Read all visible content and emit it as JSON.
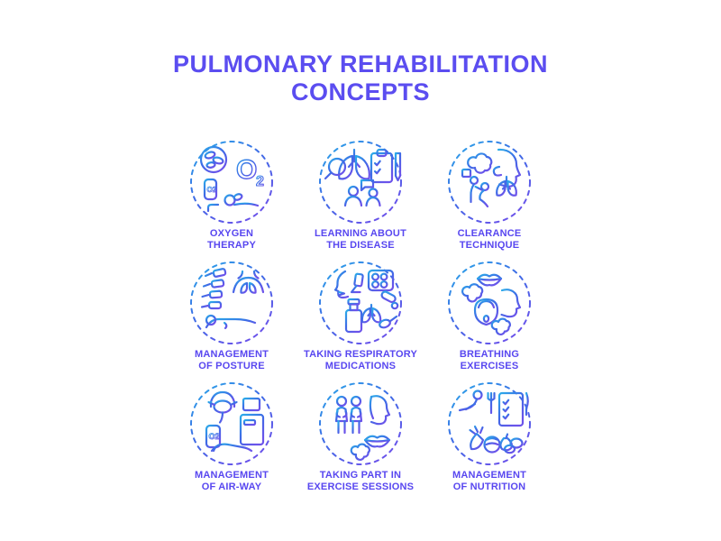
{
  "page": {
    "background": "#ffffff"
  },
  "title": {
    "line1": "PULMONARY REHABILITATION",
    "line2": "CONCEPTS",
    "color": "#5b4df0"
  },
  "colors": {
    "label": "#5847f0",
    "icon_gradient_start": "#2bace9",
    "icon_gradient_mid": "#3e6be6",
    "icon_gradient_end": "#6b53ea"
  },
  "grid": {
    "items": [
      {
        "icon": "oxygen-therapy-icon",
        "line1": "OXYGEN",
        "line2": "THERAPY",
        "icon_text_o": "O",
        "icon_text_sub": "2",
        "tank_text": "O2"
      },
      {
        "icon": "learning-about-the-disease-icon",
        "line1": "LEARNING ABOUT",
        "line2": "THE DISEASE"
      },
      {
        "icon": "clearance-technique-icon",
        "line1": "CLEARANCE",
        "line2": "TECHNIQUE"
      },
      {
        "icon": "management-of-posture-icon",
        "line1": "MANAGEMENT",
        "line2": "OF POSTURE"
      },
      {
        "icon": "taking-respiratory-medications-icon",
        "line1": "TAKING RESPIRATORY",
        "line2": "MEDICATIONS"
      },
      {
        "icon": "breathing-exercises-icon",
        "line1": "BREATHING",
        "line2": "EXERCISES"
      },
      {
        "icon": "management-of-air-way-icon",
        "line1": "MANAGEMENT",
        "line2": "OF AIR-WAY",
        "bag_text": "O2"
      },
      {
        "icon": "taking-part-in-exercise-sessions-icon",
        "line1": "TAKING PART IN",
        "line2": "EXERCISE SESSIONS"
      },
      {
        "icon": "management-of-nutrition-icon",
        "line1": "MANAGEMENT",
        "line2": "OF NUTRITION"
      }
    ]
  }
}
